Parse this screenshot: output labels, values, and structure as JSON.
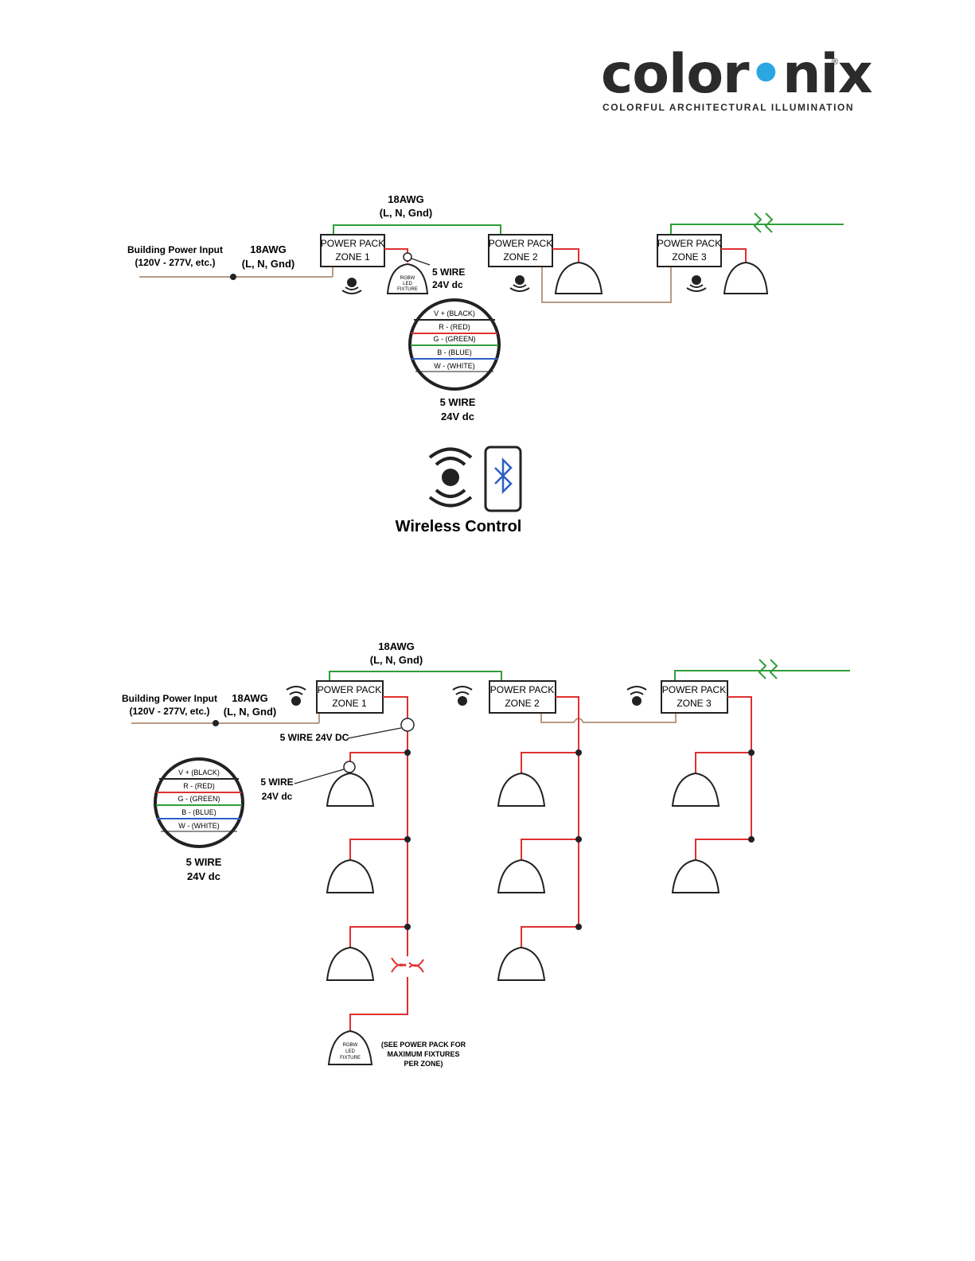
{
  "logo": {
    "brand": "colornix",
    "brand_parts": [
      "color",
      "•",
      "nix"
    ],
    "registered": "®",
    "tagline": "COLORFUL ARCHITECTURAL ILLUMINATION",
    "accent_color": "#2aa6e0"
  },
  "colors": {
    "feed_wire": "#b89a85",
    "green_wire": "#2f9e3a",
    "red_wire": "#e03030",
    "blue_wire": "#2b5fc7",
    "bluetooth": "#2b5fc7"
  },
  "diagram1": {
    "top_wire_label": [
      "18AWG",
      "(L, N, Gnd)"
    ],
    "input_label": [
      "Building Power Input",
      "(120V - 277V, etc.)"
    ],
    "input_wire_label": [
      "18AWG",
      "(L, N, Gnd)"
    ],
    "packs": [
      {
        "line1": "POWER PACK",
        "line2": "ZONE 1"
      },
      {
        "line1": "POWER PACK",
        "line2": "ZONE 2"
      },
      {
        "line1": "POWER PACK",
        "line2": "ZONE 3"
      }
    ],
    "fixture_label": [
      "RGBW",
      "LED",
      "FIXTURE"
    ],
    "five_wire_label": [
      "5 WIRE",
      "24V dc"
    ],
    "cable_legend": [
      "V + (BLACK)",
      "R - (RED)",
      "G - (GREEN)",
      "B - (BLUE)",
      "W - (WHITE)"
    ],
    "cable_caption": [
      "5 WIRE",
      "24V dc"
    ]
  },
  "wireless": {
    "label": "Wireless Control",
    "icons": [
      "wireless-signal-icon",
      "smartphone-bluetooth-icon"
    ]
  },
  "diagram2": {
    "top_wire_label": [
      "18AWG",
      "(L, N, Gnd)"
    ],
    "input_label": [
      "Building Power Input",
      "(120V - 277V, etc.)"
    ],
    "input_wire_label": [
      "18AWG",
      "(L, N, Gnd)"
    ],
    "packs": [
      {
        "line1": "POWER PACK",
        "line2": "ZONE 1"
      },
      {
        "line1": "POWER PACK",
        "line2": "ZONE 2"
      },
      {
        "line1": "POWER PACK",
        "line2": "ZONE 3"
      }
    ],
    "five_wire_dc_label": "5 WIRE 24V DC",
    "five_wire_label": [
      "5 WIRE",
      "24V dc"
    ],
    "cable_legend": [
      "V + (BLACK)",
      "R - (RED)",
      "G - (GREEN)",
      "B - (BLUE)",
      "W - (WHITE)"
    ],
    "cable_caption": [
      "5 WIRE",
      "24V dc"
    ],
    "fixture_label": [
      "RGBW",
      "LED",
      "FIXTURE"
    ],
    "note": [
      "(SEE POWER PACK FOR",
      "MAXIMUM FIXTURES",
      "PER ZONE)"
    ]
  }
}
